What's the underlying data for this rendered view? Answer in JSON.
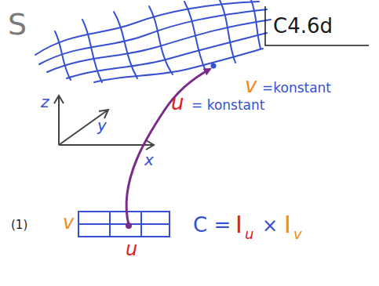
{
  "diagram": {
    "labels": [
      "S",
      "C4.6d",
      "v",
      "=konstant",
      "u",
      "= konstant",
      "z",
      "y",
      "x",
      "(1)",
      "v",
      "u",
      "C =",
      "I",
      "u",
      "×",
      "I",
      "v"
    ]
  }
}
